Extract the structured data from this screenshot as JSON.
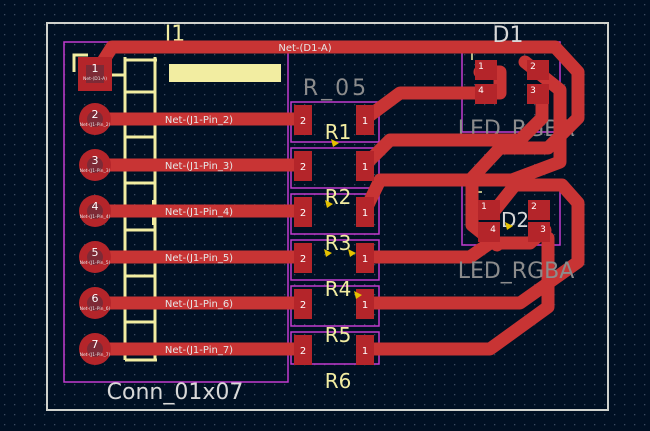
{
  "colors": {
    "background": "#001023",
    "grid_dot": "#3a4a60",
    "edge_cuts": "#d0d2cd",
    "courtyard": "#c23bd0",
    "silk": "#f2eda1",
    "copper": "#c83434",
    "pad": "#b4252a",
    "pad_ring": "#7d2a36",
    "ref_text": "#d8d8d8",
    "ghost_text": "#8c8c8c",
    "via_mark": "#e5c100"
  },
  "connector": {
    "ref": "J1",
    "value": "Conn_01x07",
    "pins": [
      {
        "num": "1",
        "net": "Net-(D1-A)"
      },
      {
        "num": "2",
        "net": "Net-(J1-Pin_2)"
      },
      {
        "num": "3",
        "net": "Net-(J1-Pin_3)"
      },
      {
        "num": "4",
        "net": "Net-(J1-Pin_4)"
      },
      {
        "num": "5",
        "net": "Net-(J1-Pin_5)"
      },
      {
        "num": "6",
        "net": "Net-(J1-Pin_6)"
      },
      {
        "num": "7",
        "net": "Net-(J1-Pin_7)"
      }
    ]
  },
  "traces": {
    "d1a_label": "Net-(D1-A)",
    "labels": [
      "Net-(J1-Pin_2)",
      "Net-(J1-Pin_3)",
      "Net-(J1-Pin_4)",
      "Net-(J1-Pin_5)",
      "Net-(J1-Pin_6)",
      "Net-(J1-Pin_7)"
    ]
  },
  "resistors": {
    "refs": [
      "R1",
      "R2",
      "R3",
      "R4",
      "R5",
      "R6"
    ],
    "ghost_ref": "R_05",
    "pad_nums": [
      "2",
      "1"
    ]
  },
  "leds": {
    "d1": {
      "ref": "D1",
      "value": "LED_RGBA",
      "pins": [
        "1",
        "2",
        "4",
        "3"
      ]
    },
    "d2": {
      "ref": "D2",
      "value": "LED_RGBA",
      "pins": [
        "1",
        "2",
        "4",
        "3"
      ]
    }
  }
}
